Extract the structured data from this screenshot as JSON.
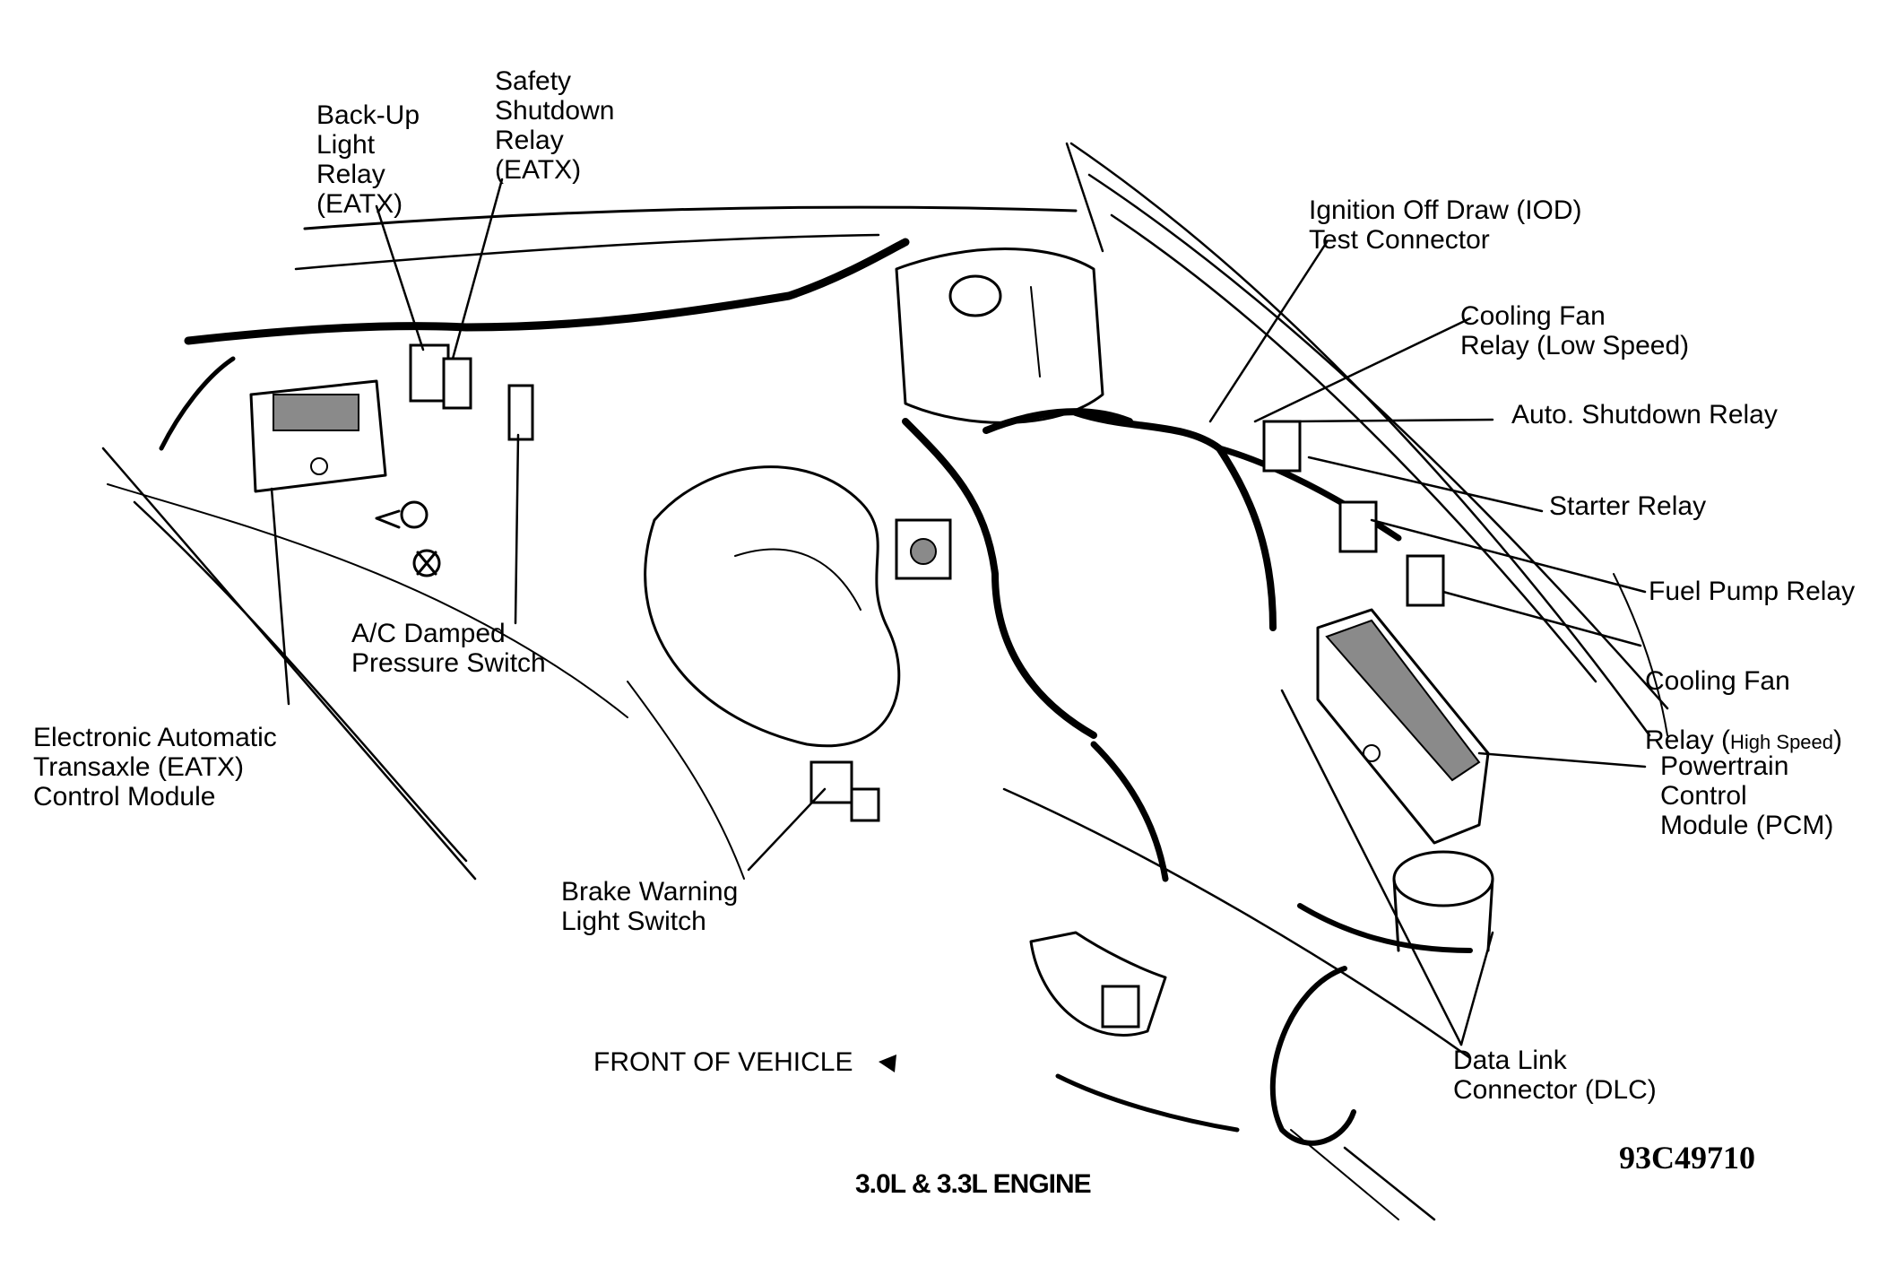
{
  "labels": {
    "backup_relay": "Back-Up\nLight\nRelay\n(EATX)",
    "safety_relay": "Safety\nShutdown\nRelay\n(EATX)",
    "iod_connector": "Ignition Off Draw (IOD)\nTest Connector",
    "fan_low": "Cooling Fan\nRelay (Low Speed)",
    "auto_shutdown": "Auto. Shutdown Relay",
    "starter_relay": "Starter Relay",
    "fuel_pump": "Fuel Pump Relay",
    "fan_high_line1": "Cooling Fan",
    "fan_high_line2a": "Relay (",
    "fan_high_small": "High Speed",
    "fan_high_line2b": ")",
    "pcm": "Powertrain\nControl\nModule (PCM)",
    "ac_switch": "A/C Damped\nPressure Switch",
    "eatx_module": "Electronic Automatic\nTransaxle (EATX)\nControl Module",
    "brake_switch": "Brake Warning\nLight Switch",
    "dlc": "Data Link\nConnector (DLC)",
    "front_of_vehicle": "FRONT OF VEHICLE"
  },
  "caption": "3.0L & 3.3L ENGINE",
  "figure_code": "93C49710",
  "colors": {
    "ink": "#000000",
    "paper": "#ffffff",
    "shade": "#8a8a8a"
  }
}
